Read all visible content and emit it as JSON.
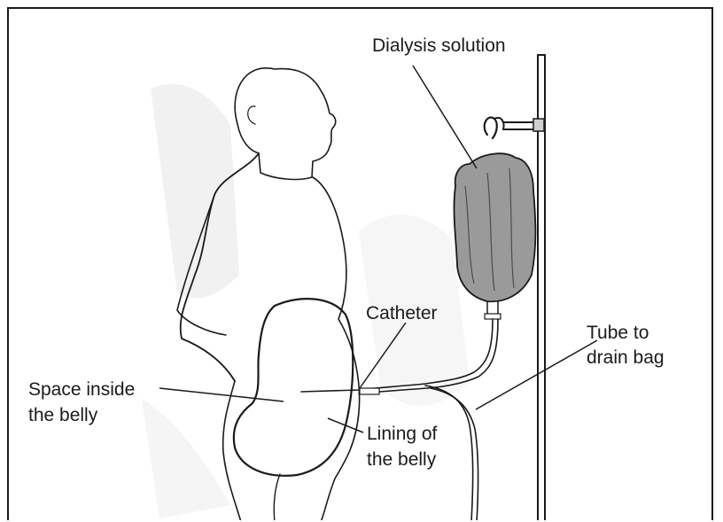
{
  "labels": {
    "dialysis_solution": "Dialysis solution",
    "catheter": "Catheter",
    "tube_line1": "Tube to",
    "tube_line2": "drain bag",
    "space_line1": "Space inside",
    "space_line2": "the belly",
    "lining_line1": "Lining of",
    "lining_line2": "the belly"
  },
  "colors": {
    "ink": "#1a1a1a",
    "bag_fill": "#9a9a9a",
    "shading": "#d6d6d6"
  },
  "icons": [
    "person-figure",
    "iv-pole",
    "dialysis-bag",
    "catheter-tube"
  ]
}
